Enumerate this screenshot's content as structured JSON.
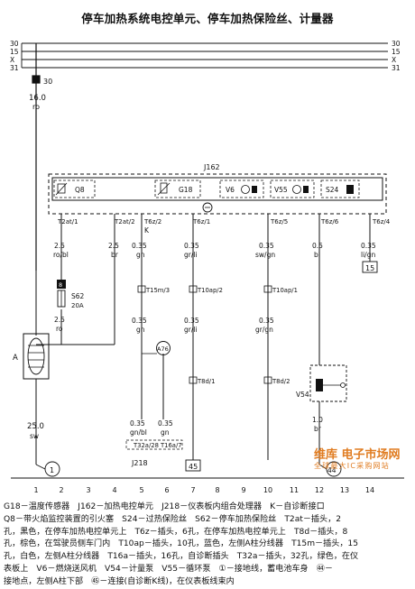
{
  "title": "停车加热系统电控单元、停车加热保险丝、计量器",
  "bus_lines": [
    "30",
    "15",
    "X",
    "31"
  ],
  "fuse_bar_label": "30",
  "main_wire": {
    "size": "16.0",
    "color": "ro"
  },
  "control_unit": {
    "label": "J162",
    "components": [
      "Q8",
      "G18",
      "V6",
      "V55",
      "S24"
    ]
  },
  "pins": [
    "T2at/1",
    "T2at/2",
    "T6z/2",
    "T6z/1",
    "T6z/5",
    "T6z/6",
    "T6z/4"
  ],
  "k_label": "K",
  "wires": {
    "w1_top": {
      "size": "2.5",
      "color": "ro/bl"
    },
    "w1_bot": {
      "size": "2.5",
      "color": "ro"
    },
    "w2": {
      "size": "2.5",
      "color": "br"
    },
    "w3_top": {
      "size": "0.35",
      "color": "gn"
    },
    "w3_bot": {
      "size": "0.35",
      "color": "gn"
    },
    "w4_top": {
      "size": "0.35",
      "color": "gr/li"
    },
    "w4_bot": {
      "size": "0.35",
      "color": "gr/li"
    },
    "w5_top": {
      "size": "0.35",
      "color": "sw/gn"
    },
    "w5_bot": {
      "size": "0.35",
      "color": "gr/gn"
    },
    "w6_top": {
      "size": "0.5",
      "color": "bl"
    },
    "w6_bot": {
      "size": "1.0",
      "color": "br"
    },
    "w7": {
      "size": "0.35",
      "color": "li/gn"
    },
    "w8": {
      "size": "25.0",
      "color": "sw"
    },
    "w9": {
      "size": "0.35",
      "color": "gn/bl"
    },
    "w10": {
      "size": "0.35",
      "color": "gn"
    }
  },
  "fuse": {
    "number": "8",
    "label": "S62",
    "rating": "20A"
  },
  "connectors": [
    "T15m/3",
    "T10ap/2",
    "T10ap/1",
    "T8d/1",
    "T8d/2",
    "T32a/28",
    "T16a/7"
  ],
  "heater_label": "A",
  "gauge_label": "V54",
  "j218_label": "J218",
  "circled_refs": [
    "A76",
    "1",
    "44"
  ],
  "boxed_refs": [
    "15",
    "45"
  ],
  "column_numbers": [
    "1",
    "2",
    "3",
    "4",
    "5",
    "6",
    "7",
    "8",
    "9",
    "10",
    "11",
    "12",
    "13",
    "14"
  ],
  "watermark": {
    "main": "维库 电子市场网",
    "sub": "全球最大IC采购网站"
  },
  "legend": [
    "G18－温度传感器　J162－加热电控单元　J218－仪表板内组合处理器　K－自诊断接口",
    "Q8－带火焰监控装置的引火塞　S24－过热保险丝　S62－停车加热保险丝　T2at－插头，2",
    "孔，黑色，在停车加热电控单元上　T6z－插头，6孔，在停车加热电控单元上　T8d－插头，8",
    "孔，棕色，在驾驶员侧车门内　T10ap－插头，10孔，蓝色，左侧A柱分线器　T15m－插头，15",
    "孔，白色，左侧A柱分线器　T16a－插头，16孔，自诊断插头　T32a－插头，32孔，绿色，在仪",
    "表板上　V6－燃烧送风机　V54－计量泵　V55－循环泵　①－接地线，蓄电池车身　㊹－",
    "接地点，左侧A柱下部　㊺－连接(自诊断K线)，在仪表板线束内"
  ]
}
